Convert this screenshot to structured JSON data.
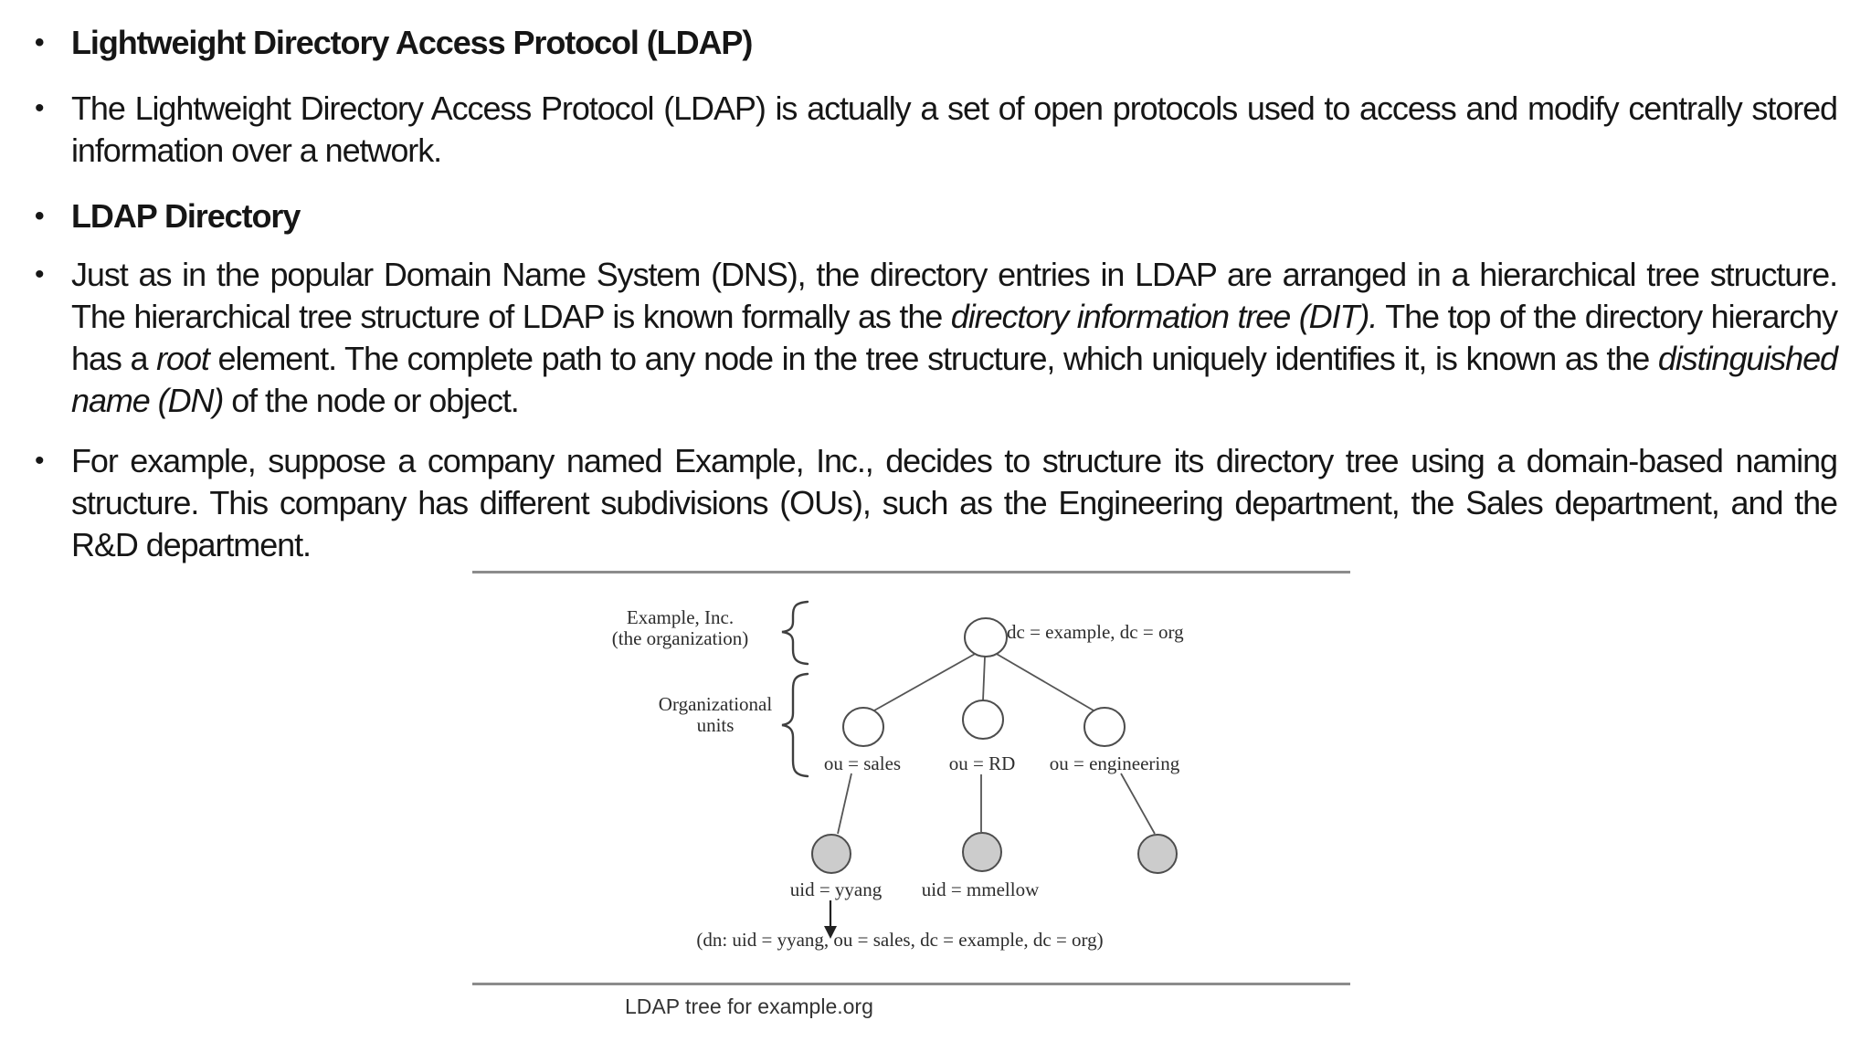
{
  "page": {
    "bullet_char": "•"
  },
  "bullets": [
    {
      "style": "heading",
      "text": "Lightweight Directory Access Protocol (LDAP)"
    },
    {
      "style": "body",
      "text": "The Lightweight Directory Access Protocol (LDAP) is actually a set of open protocols used to access and modify centrally stored information over a network."
    },
    {
      "style": "heading",
      "text": "LDAP Directory"
    },
    {
      "style": "body",
      "parts": [
        "Just as in the popular Domain Name System (DNS), the directory entries in LDAP are arranged in a hierarchical tree structure. The hierarchical tree structure of LDAP is known formally as the ",
        "directory information tree (DIT).",
        " The top of the directory hierarchy has a ",
        "root",
        " element. The complete path to any node in the tree structure, which uniquely identifies it, is known as the ",
        "distinguished name (DN)",
        " of the node or object."
      ]
    },
    {
      "style": "body",
      "text": "For example, suppose a company named Example, Inc., decides to structure its directory tree using a domain-based naming structure. This company has different subdivisions (OUs), such as the Engineering department, the Sales department, and the R&D department."
    }
  ],
  "figure": {
    "org_label": [
      "Example, Inc.",
      "(the organization)"
    ],
    "units_label": [
      "Organizational",
      "units"
    ],
    "nodes": {
      "root": "dc = example, dc = org",
      "sales": "ou = sales",
      "rd": "ou = RD",
      "engineering": "ou = engineering",
      "uid_yyang": "uid = yyang",
      "uid_mmellow": "uid = mmellow"
    },
    "dn_text": "(dn: uid = yyang, ou = sales, dc = example, dc = org)",
    "caption": "LDAP tree for example.org",
    "colors": {
      "stroke": "#4d4d4d",
      "leaf_fill": "#cccccc",
      "rule": "#8c8c8c"
    }
  }
}
